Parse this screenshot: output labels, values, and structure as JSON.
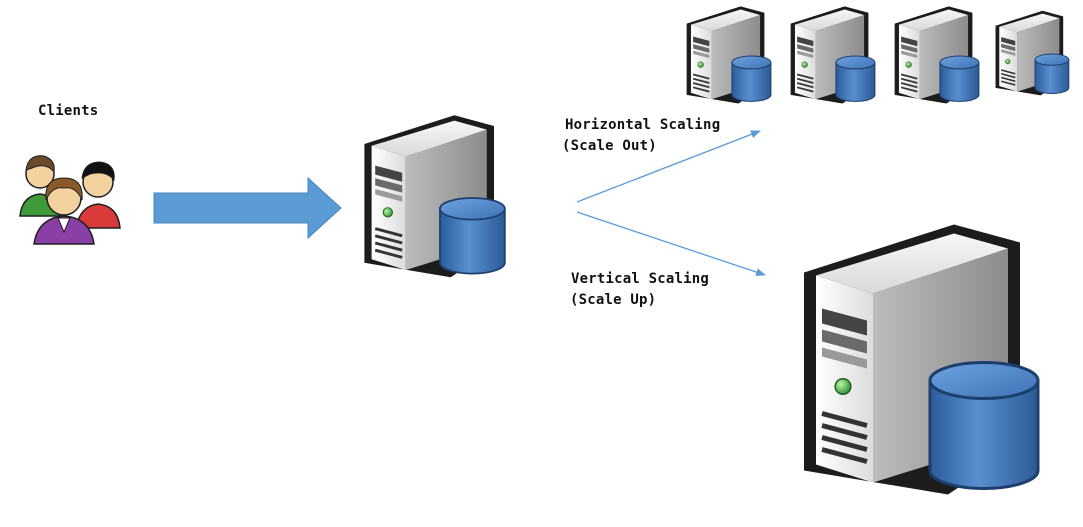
{
  "labels": {
    "clients": "Clients",
    "horizontal_title": "Horizontal Scaling",
    "horizontal_sub": "(Scale Out)",
    "vertical_title": "Vertical Scaling",
    "vertical_sub": "(Scale Up)"
  },
  "colors": {
    "main_arrow": "#5b9bd5",
    "scaling_arrows": "#5b9bd5",
    "db_cylinder": "#3a6fb0",
    "server_body": "#f0f0f0",
    "server_outline": "#222222",
    "power_led": "#4caf50"
  },
  "icons": {
    "clients": "user-group-icon",
    "server": "server-with-database-icon"
  }
}
